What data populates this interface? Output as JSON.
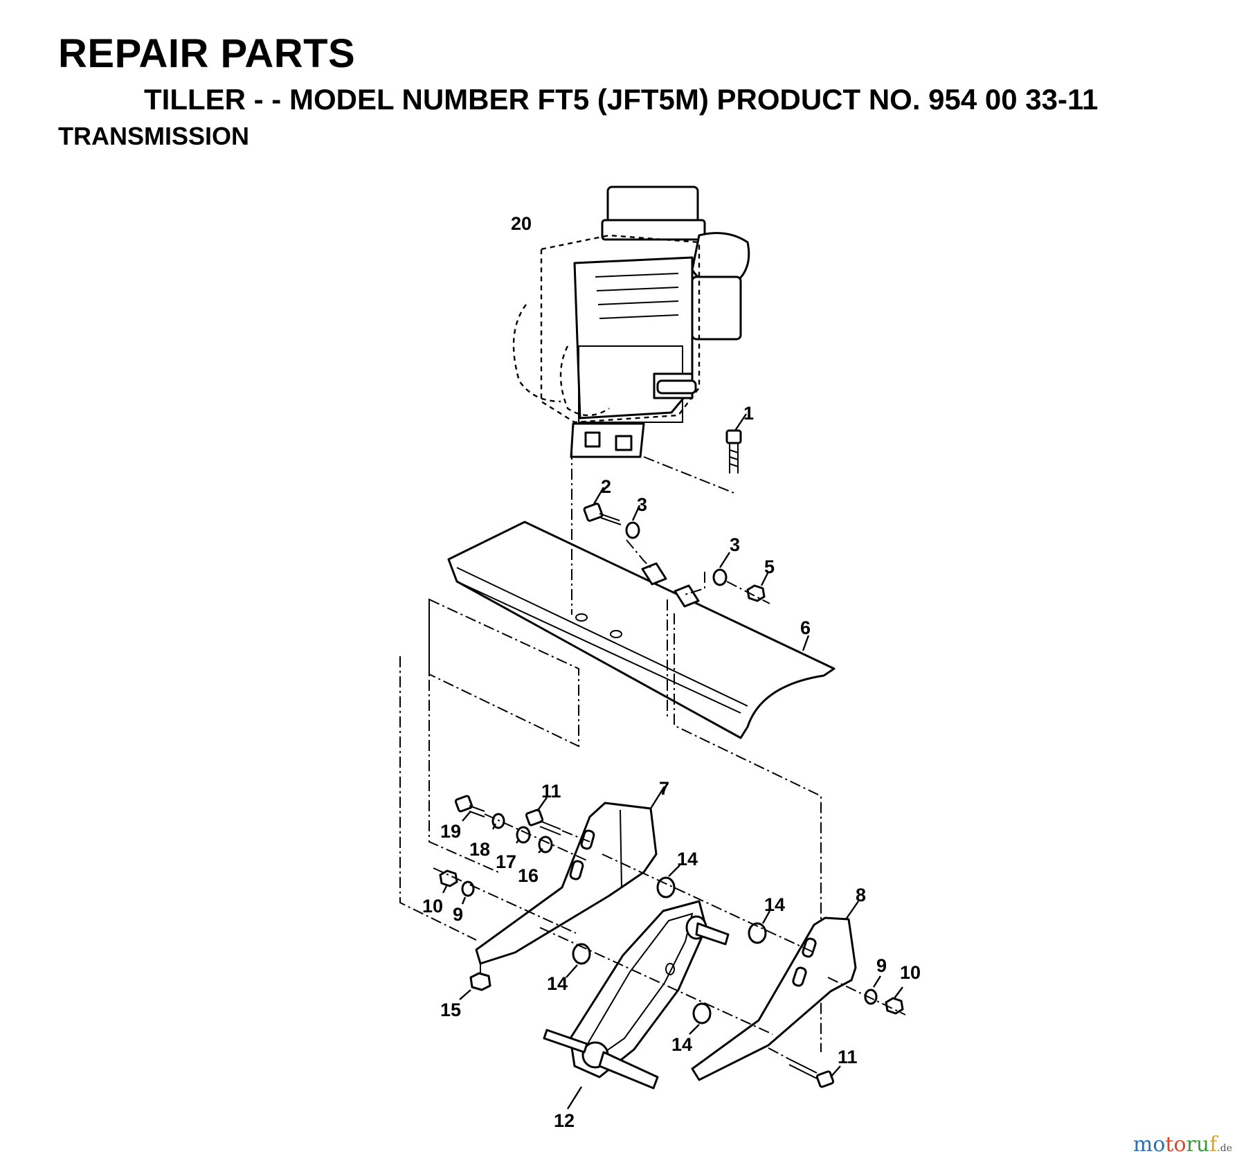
{
  "header": {
    "title": "REPAIR PARTS",
    "subtitle": "TILLER - - MODEL NUMBER FT5 (JFT5M) PRODUCT NO. 954 00 33-11",
    "section": "TRANSMISSION"
  },
  "callouts": {
    "c1": "1",
    "c2": "2",
    "c3a": "3",
    "c3b": "3",
    "c5": "5",
    "c6": "6",
    "c7": "7",
    "c8": "8",
    "c9a": "9",
    "c9b": "9",
    "c10a": "10",
    "c10b": "10",
    "c11a": "11",
    "c11b": "11",
    "c12": "12",
    "c14a": "14",
    "c14b": "14",
    "c14c": "14",
    "c14d": "14",
    "c15": "15",
    "c16": "16",
    "c17": "17",
    "c18": "18",
    "c19": "19",
    "c20": "20"
  },
  "watermark": {
    "part1": "mo",
    "part2": "to",
    "part3": "ru",
    "part4": "f",
    "tld": ".de"
  }
}
